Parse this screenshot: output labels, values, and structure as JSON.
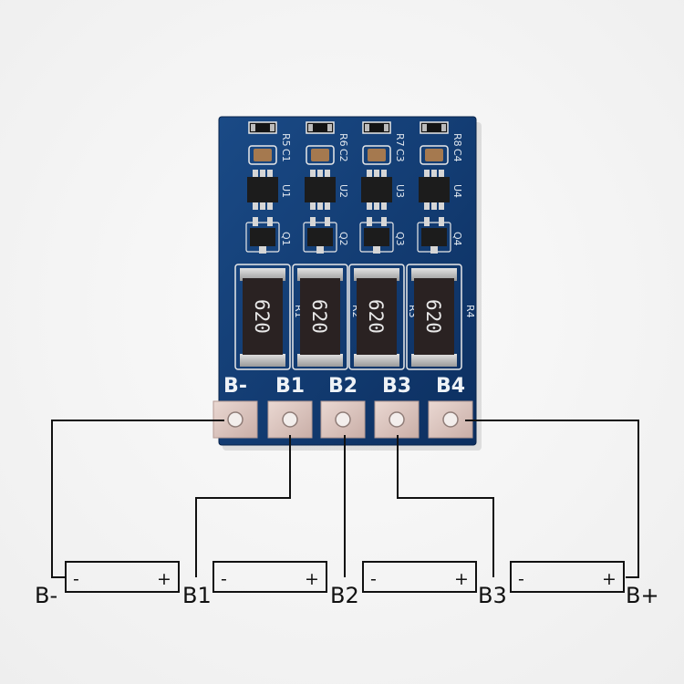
{
  "board": {
    "mosfets": [
      "Q1",
      "Q2",
      "Q3",
      "Q4"
    ],
    "chips": [
      "U1",
      "U2",
      "U3",
      "U4"
    ],
    "capacitors": [
      "C1",
      "C2",
      "C3",
      "C4"
    ],
    "small_resistors": [
      "R5",
      "R6",
      "R7",
      "R8"
    ],
    "balance_resistors": [
      {
        "ref": "R1",
        "marking": "620"
      },
      {
        "ref": "R2",
        "marking": "620"
      },
      {
        "ref": "R3",
        "marking": "620"
      },
      {
        "ref": "R4",
        "marking": "620"
      }
    ],
    "pads": [
      "B-",
      "B1",
      "B2",
      "B3",
      "B4"
    ],
    "colors": {
      "pcb": "#0f3a72",
      "pad": "#d9c3bd",
      "resistor": "#2a2222"
    }
  },
  "wiring": {
    "labels": [
      "B-",
      "B1",
      "B2",
      "B3",
      "B+"
    ],
    "cells": [
      {
        "minus": "-",
        "plus": "+"
      },
      {
        "minus": "-",
        "plus": "+"
      },
      {
        "minus": "-",
        "plus": "+"
      },
      {
        "minus": "-",
        "plus": "+"
      }
    ]
  }
}
